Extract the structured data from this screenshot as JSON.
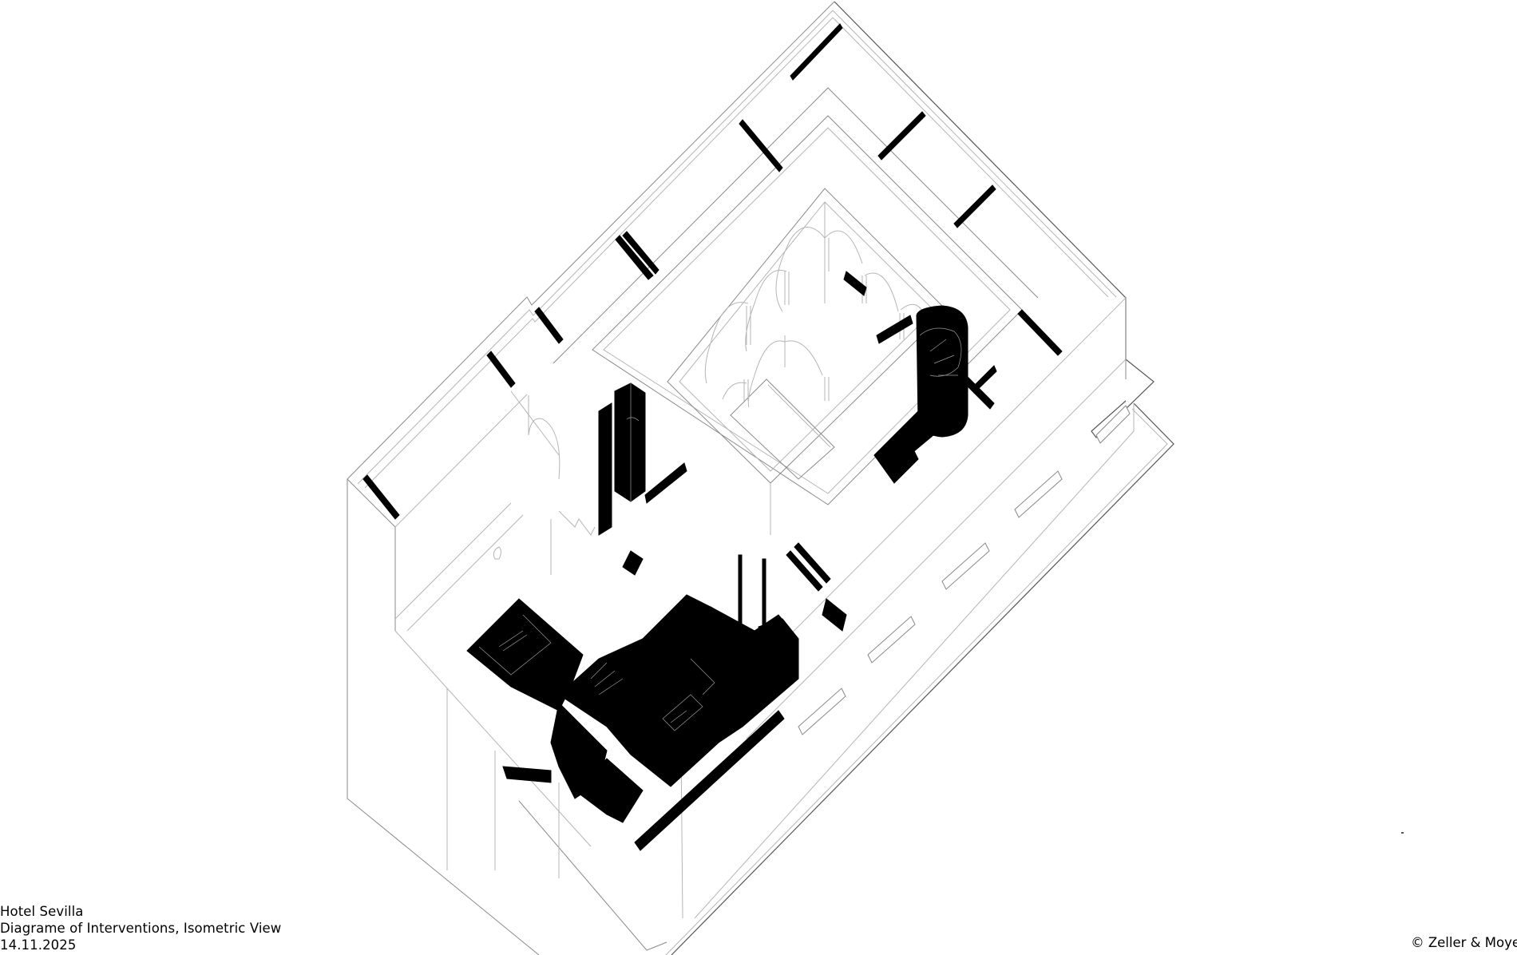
{
  "caption": {
    "project": "Hotel Sevilla",
    "subtitle": "Diagrame of Interventions, Isometric View",
    "date": "14.11.2025"
  },
  "credit": "© Zeller & Moye",
  "colors": {
    "background": "#ffffff",
    "linework": "#8a8a8a",
    "interventions": "#000000"
  },
  "drawing": {
    "type": "isometric axonometric",
    "elements": [
      "building-outline",
      "courtyard-void",
      "vaulted-arcade",
      "spiral-stair-tower",
      "stair-shafts",
      "ground-floor-interventions",
      "wall-slots",
      "street-benches"
    ]
  }
}
